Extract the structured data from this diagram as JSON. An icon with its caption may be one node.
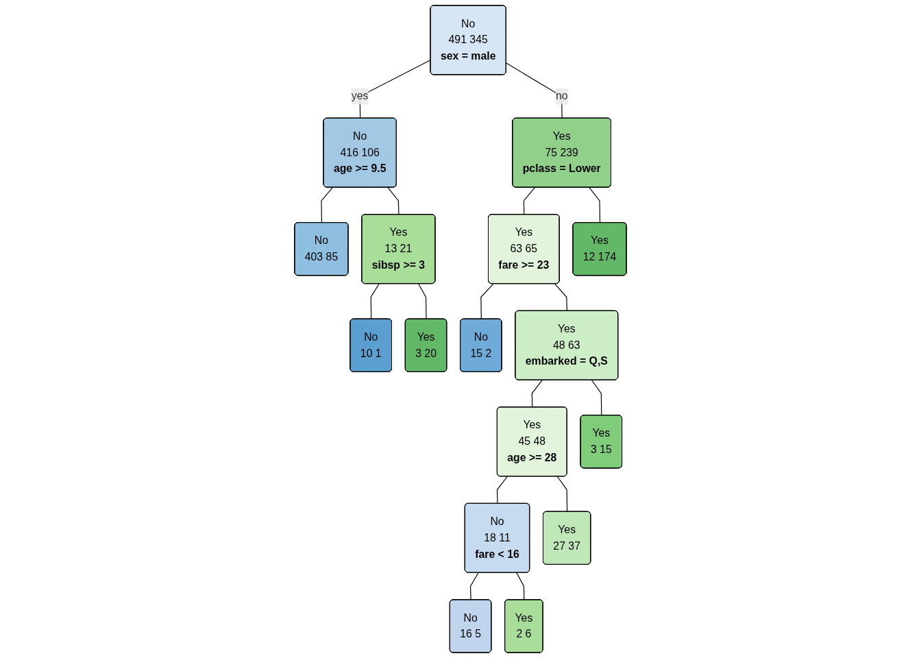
{
  "diagram": {
    "nodes": [
      {
        "text": [
          "No",
          "491 345",
          "sex = male"
        ]
      },
      {
        "text": [
          "No",
          "416 106",
          "age >= 9.5"
        ]
      },
      {
        "text": [
          "Yes",
          "75 239",
          "pclass = Lower"
        ]
      },
      {
        "text": [
          "Yes",
          "13 21",
          "sibsp >= 3"
        ]
      },
      {
        "text": [
          "Yes",
          "63 65",
          "fare >= 23"
        ]
      },
      {
        "text": [
          "Yes",
          "48 63",
          "embarked = Q,S"
        ]
      },
      {
        "text": [
          "Yes",
          "45 48",
          "age >= 28"
        ]
      },
      {
        "text": [
          "No",
          "18 11",
          "fare < 16"
        ]
      },
      {
        "text": [
          "No",
          "403 85"
        ]
      },
      {
        "text": [
          "No",
          "10 1"
        ]
      },
      {
        "text": [
          "Yes",
          "3 20"
        ]
      },
      {
        "text": [
          "No",
          "15 2"
        ]
      },
      {
        "text": [
          "No",
          "16 5"
        ]
      },
      {
        "text": [
          "Yes",
          "2 6"
        ]
      },
      {
        "text": [
          "Yes",
          "27 37"
        ]
      },
      {
        "text": [
          "Yes",
          "3 15"
        ]
      },
      {
        "text": [
          "Yes",
          "12 174"
        ]
      }
    ],
    "edges": [
      {
        "from": 0,
        "to": 1,
        "arrow": "none",
        "label": "yes"
      },
      {
        "from": 0,
        "to": 2,
        "arrow": "none",
        "label": "no"
      },
      {
        "from": 1,
        "to": 8,
        "arrow": "none"
      },
      {
        "from": 1,
        "to": 3,
        "arrow": "none"
      },
      {
        "from": 3,
        "to": 9,
        "arrow": "none"
      },
      {
        "from": 3,
        "to": 10,
        "arrow": "none"
      },
      {
        "from": 2,
        "to": 4,
        "arrow": "none"
      },
      {
        "from": 2,
        "to": 16,
        "arrow": "none"
      },
      {
        "from": 4,
        "to": 11,
        "arrow": "none"
      },
      {
        "from": 4,
        "to": 5,
        "arrow": "none"
      },
      {
        "from": 5,
        "to": 6,
        "arrow": "none"
      },
      {
        "from": 5,
        "to": 15,
        "arrow": "none"
      },
      {
        "from": 6,
        "to": 7,
        "arrow": "none"
      },
      {
        "from": 6,
        "to": 14,
        "arrow": "none"
      },
      {
        "from": 7,
        "to": 12,
        "arrow": "none"
      },
      {
        "from": 7,
        "to": 13,
        "arrow": "none"
      }
    ]
  }
}
